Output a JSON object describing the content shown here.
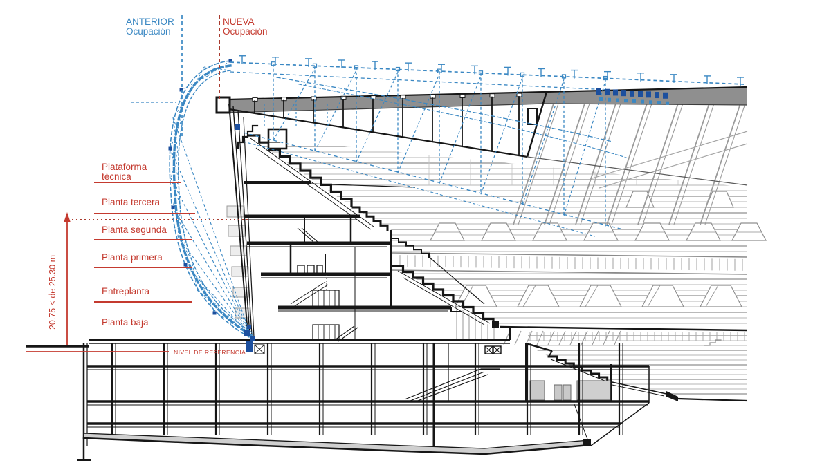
{
  "colors": {
    "red": "#c43a2f",
    "red_dark": "#a93a2e",
    "blue": "#3b88c3",
    "navy": "#1c4f9e",
    "black": "#161616",
    "gray_row": "#b4b4b4",
    "gray_mid": "#8f8f8f",
    "gray_dark": "#5a5a5a",
    "hull": "#cfcfcf",
    "remnant_fill": "#ededed"
  },
  "annotations": {
    "anterior_label": {
      "line1": "ANTERIOR",
      "line2": "Ocupación"
    },
    "nueva_label": {
      "line1": "NUEVA",
      "line2": "Ocupación"
    },
    "height_dimension": "20.75 < de 25.30 m",
    "reference_level_label": "NIVEL DE REFERENCIA"
  },
  "levels": [
    {
      "id": "plataforma-tecnica",
      "line1": "Plataforma",
      "line2": "técnica"
    },
    {
      "id": "planta-tercera",
      "line1": "Planta tercera"
    },
    {
      "id": "planta-segunda",
      "line1": "Planta segunda"
    },
    {
      "id": "planta-primera",
      "line1": "Planta primera"
    },
    {
      "id": "entreplanta",
      "line1": "Entreplanta"
    },
    {
      "id": "planta-baja",
      "line1": "Planta baja"
    }
  ]
}
